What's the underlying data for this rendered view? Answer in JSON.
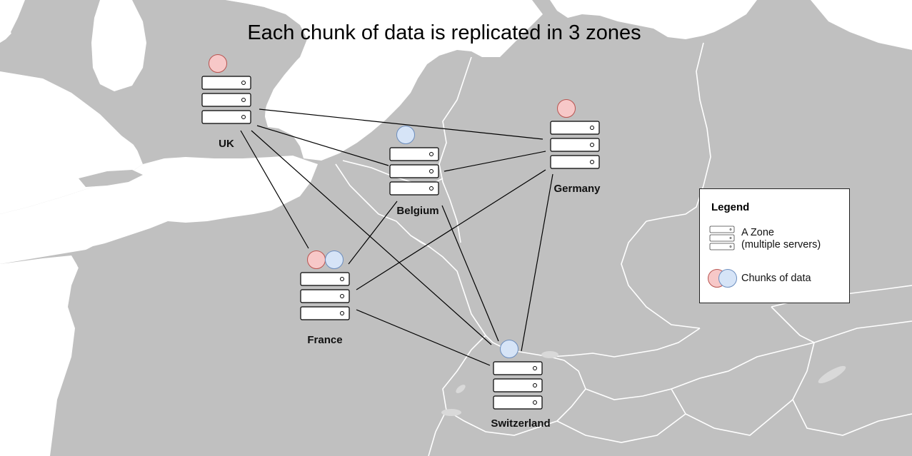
{
  "title": "Each chunk of data is replicated in 3 zones",
  "colors": {
    "land": "#c0c0c0",
    "sea": "#ffffff",
    "border": "#ffffff",
    "chunk_red_fill": "#f7c8c8",
    "chunk_red_stroke": "#b85450",
    "chunk_blue_fill": "#d6e4f7",
    "chunk_blue_stroke": "#6c8ebf"
  },
  "zones": [
    {
      "name": "UK",
      "chunks": [
        "red"
      ]
    },
    {
      "name": "Belgium",
      "chunks": [
        "blue"
      ]
    },
    {
      "name": "Germany",
      "chunks": [
        "red"
      ]
    },
    {
      "name": "France",
      "chunks": [
        "red",
        "blue"
      ]
    },
    {
      "name": "Switzerland",
      "chunks": [
        "blue"
      ]
    }
  ],
  "connections": [
    [
      "UK",
      "Germany"
    ],
    [
      "UK",
      "Belgium"
    ],
    [
      "UK",
      "France"
    ],
    [
      "UK",
      "Switzerland"
    ],
    [
      "Belgium",
      "Germany"
    ],
    [
      "Belgium",
      "France"
    ],
    [
      "Belgium",
      "Switzerland"
    ],
    [
      "Germany",
      "France"
    ],
    [
      "Germany",
      "Switzerland"
    ],
    [
      "France",
      "Switzerland"
    ]
  ],
  "legend": {
    "title": "Legend",
    "zone_line1": "A Zone",
    "zone_line2": "(multiple servers)",
    "chunks_label": "Chunks of data",
    "zone_icon": "server-stack-icon",
    "chunks_icon": "data-chunk-icon"
  }
}
